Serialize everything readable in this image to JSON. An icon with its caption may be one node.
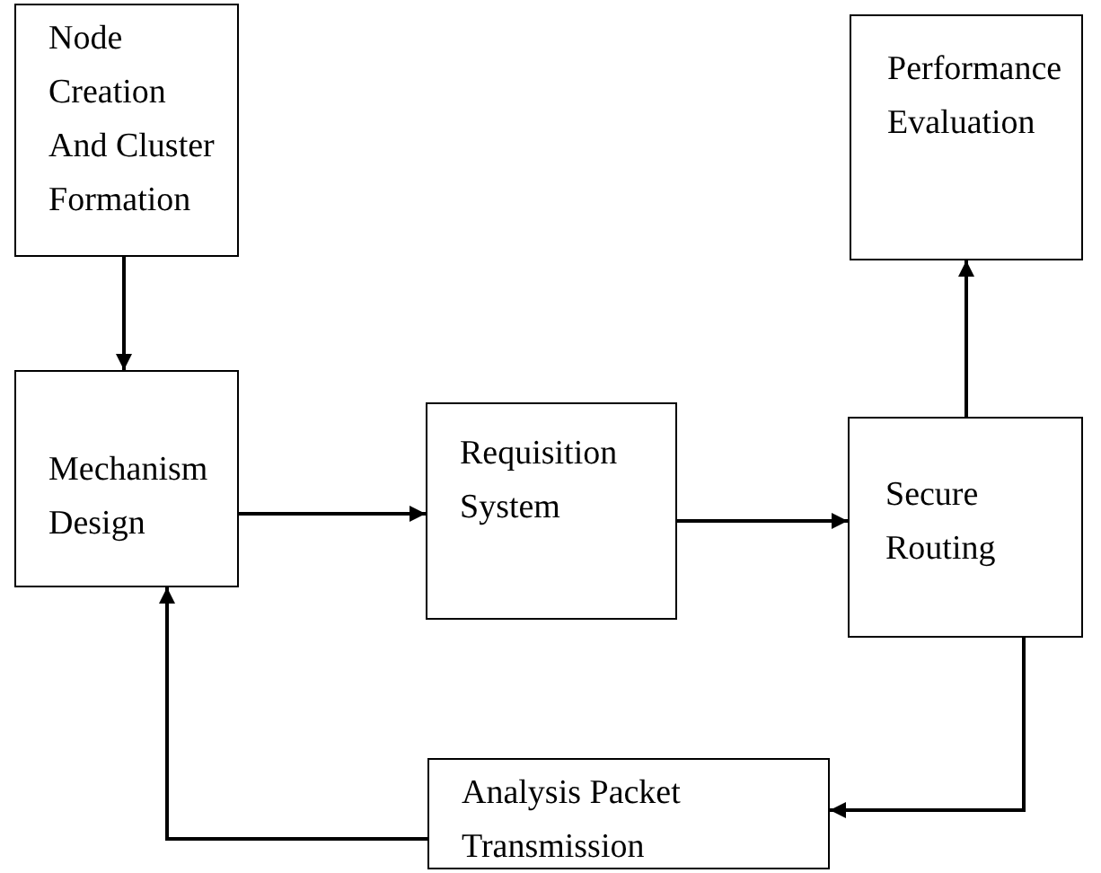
{
  "diagram": {
    "nodes": [
      {
        "text": [
          "Node Creation And Cluster Formation"
        ]
      },
      {
        "text": [
          "Mechanism Design"
        ]
      },
      {
        "text": [
          "Requisition System"
        ]
      },
      {
        "text": [
          "Secure Routing"
        ]
      },
      {
        "text": [
          "Performance Evaluation"
        ]
      },
      {
        "text": [
          "Analysis Packet Transmission"
        ]
      }
    ],
    "edges": [
      {
        "from": 0,
        "to": 1,
        "arrow": "to"
      },
      {
        "from": 1,
        "to": 2,
        "arrow": "to"
      },
      {
        "from": 2,
        "to": 3,
        "arrow": "to"
      },
      {
        "from": 3,
        "to": 4,
        "arrow": "to"
      },
      {
        "from": 3,
        "to": 5,
        "arrow": "to"
      },
      {
        "from": 5,
        "to": 1,
        "arrow": "to"
      }
    ]
  }
}
